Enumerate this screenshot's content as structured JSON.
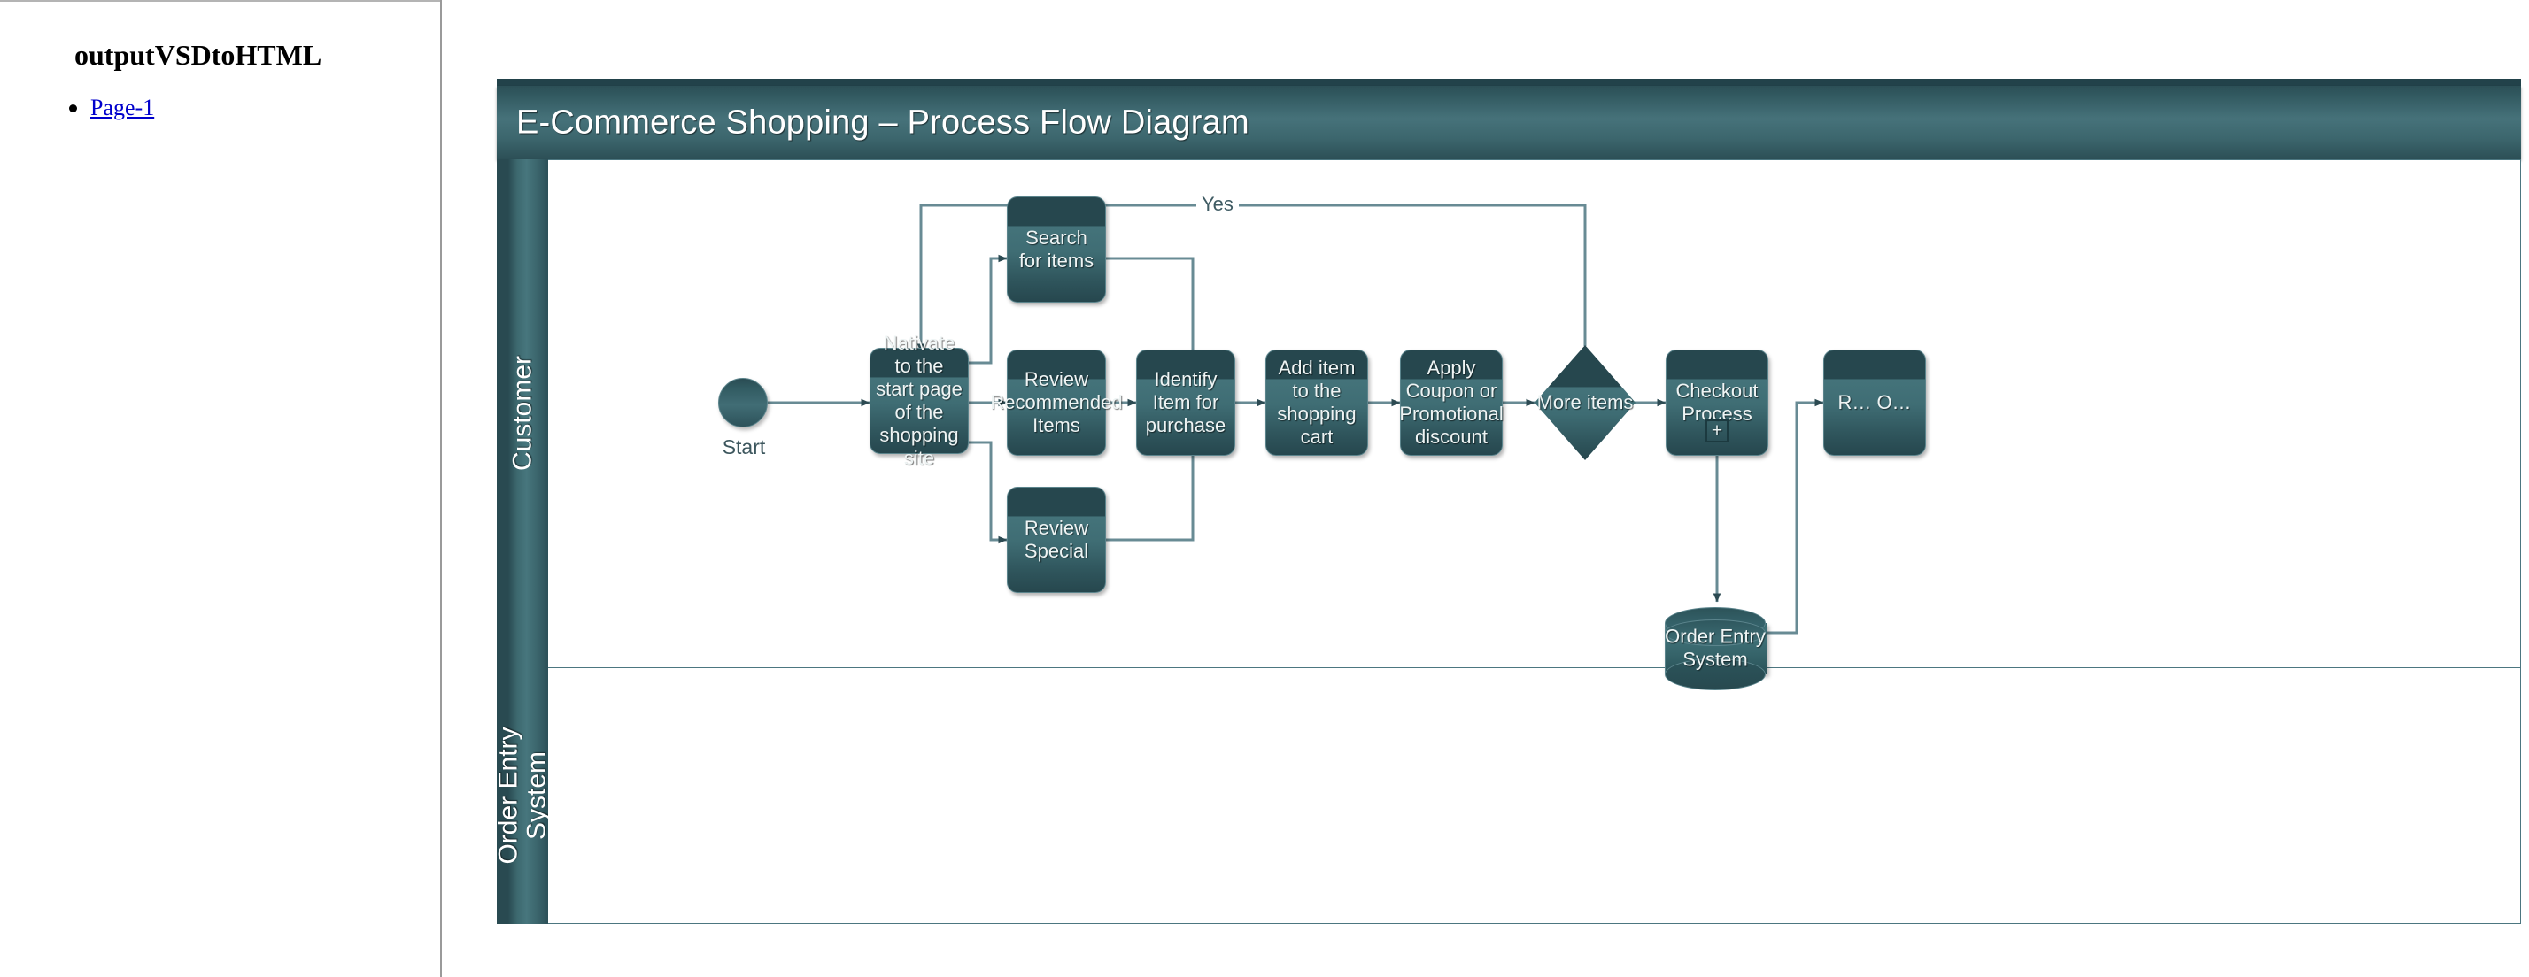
{
  "nav": {
    "title": "outputVSDtoHTML",
    "items": [
      {
        "label": "Page-1"
      }
    ]
  },
  "diagram": {
    "title": "E-Commerce Shopping – Process Flow Diagram",
    "lanes": [
      {
        "id": "customer",
        "label": "Customer"
      },
      {
        "id": "order-entry-system",
        "label": "Order Entry\nSystem"
      }
    ],
    "nodes": {
      "start": {
        "type": "start-event",
        "caption": "Start"
      },
      "navigate": {
        "type": "process",
        "label": "Nativate to the start page of the shopping site"
      },
      "search": {
        "type": "process",
        "label": "Search for items"
      },
      "review_recommended": {
        "type": "process",
        "label": "Review Recommended Items"
      },
      "review_special": {
        "type": "process",
        "label": "Review Special"
      },
      "identify": {
        "type": "process",
        "label": "Identify Item for purchase"
      },
      "add_cart": {
        "type": "process",
        "label": "Add item to the shopping cart"
      },
      "coupon": {
        "type": "process",
        "label": "Apply Coupon or Promotional discount"
      },
      "more_items": {
        "type": "decision",
        "label": "More items"
      },
      "checkout": {
        "type": "subprocess",
        "label": "Checkout Process",
        "marker": "+"
      },
      "record_order": {
        "type": "process",
        "label": "R… O…"
      },
      "oes_database": {
        "type": "database",
        "label": "Order Entry System"
      }
    },
    "edge_labels": {
      "more_items_yes": "Yes"
    },
    "colors": {
      "shape_fill_dark": "#26474e",
      "shape_fill_light": "#44737a",
      "shape_border": "#5b848c",
      "banner_gradient_top": "#30575e",
      "banner_gradient_mid": "#46727a",
      "lane_header": "#3d696f",
      "connector": "#5f808a",
      "lane_border": "#4c7680",
      "nav_link": "#0000cc",
      "text_light": "#eef4f4"
    }
  }
}
